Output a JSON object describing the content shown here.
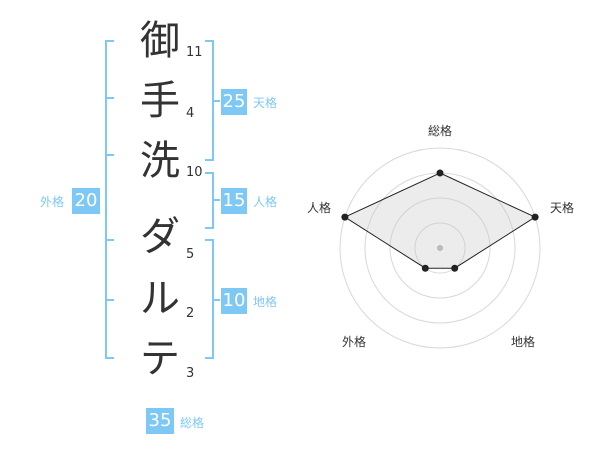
{
  "colors": {
    "accent": "#7ec8f5",
    "label": "#7ec8f5",
    "text": "#333333"
  },
  "name": {
    "characters": [
      {
        "char": "御",
        "strokes": "11"
      },
      {
        "char": "手",
        "strokes": "4"
      },
      {
        "char": "洗",
        "strokes": "10"
      },
      {
        "char": "ダ",
        "strokes": "5"
      },
      {
        "char": "ル",
        "strokes": "2"
      },
      {
        "char": "テ",
        "strokes": "3"
      }
    ]
  },
  "fortune": {
    "tenkaku": {
      "value": "25",
      "label": "天格"
    },
    "jinkaku": {
      "value": "15",
      "label": "人格"
    },
    "chikaku": {
      "value": "10",
      "label": "地格"
    },
    "gaikaku": {
      "value": "20",
      "label": "外格"
    },
    "soukaku": {
      "value": "35",
      "label": "総格"
    }
  },
  "radar": {
    "labels": [
      "総格",
      "天格",
      "地格",
      "外格",
      "人格"
    ],
    "levels": 4,
    "values": [
      3,
      4,
      1,
      1,
      4
    ],
    "max": 4
  }
}
